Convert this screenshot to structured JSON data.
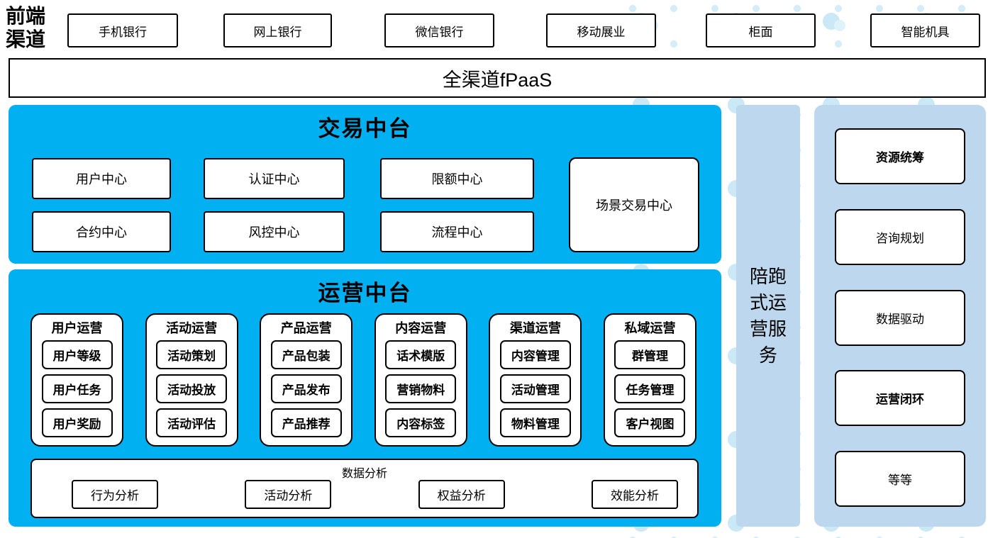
{
  "colors": {
    "primary_blue": "#00B0F0",
    "light_blue": "#BDD7EE",
    "dot_blue": "#CBE8F6"
  },
  "front_channels": {
    "label": "前端渠道",
    "items": [
      "手机银行",
      "网上银行",
      "微信银行",
      "移动展业",
      "柜面",
      "智能机具"
    ]
  },
  "channel_platform": {
    "label": "全渠道fPaaS"
  },
  "trade_platform": {
    "title": "交易中台",
    "centers": [
      "用户中心",
      "认证中心",
      "限额中心",
      "合约中心",
      "风控中心",
      "流程中心"
    ],
    "scene_center": "场景交易中心"
  },
  "ops_platform": {
    "title": "运营中台",
    "groups": [
      {
        "title": "用户运营",
        "items": [
          "用户等级",
          "用户任务",
          "用户奖励"
        ]
      },
      {
        "title": "活动运营",
        "items": [
          "活动策划",
          "活动投放",
          "活动评估"
        ]
      },
      {
        "title": "产品运营",
        "items": [
          "产品包装",
          "产品发布",
          "产品推荐"
        ]
      },
      {
        "title": "内容运营",
        "items": [
          "话术模版",
          "营销物料",
          "内容标签"
        ]
      },
      {
        "title": "渠道运营",
        "items": [
          "内容管理",
          "活动管理",
          "物料管理"
        ]
      },
      {
        "title": "私域运营",
        "items": [
          "群管理",
          "任务管理",
          "客户视图"
        ]
      }
    ],
    "data_analysis": {
      "title": "数据分析",
      "items": [
        "行为分析",
        "活动分析",
        "权益分析",
        "效能分析"
      ]
    }
  },
  "side_service": {
    "label": "陪跑式运营服务"
  },
  "right_panel": {
    "items": [
      {
        "label": "资源统筹",
        "bold": true
      },
      {
        "label": "咨询规划",
        "bold": false
      },
      {
        "label": "数据驱动",
        "bold": false
      },
      {
        "label": "运营闭环",
        "bold": true
      },
      {
        "label": "等等",
        "bold": false
      }
    ]
  }
}
